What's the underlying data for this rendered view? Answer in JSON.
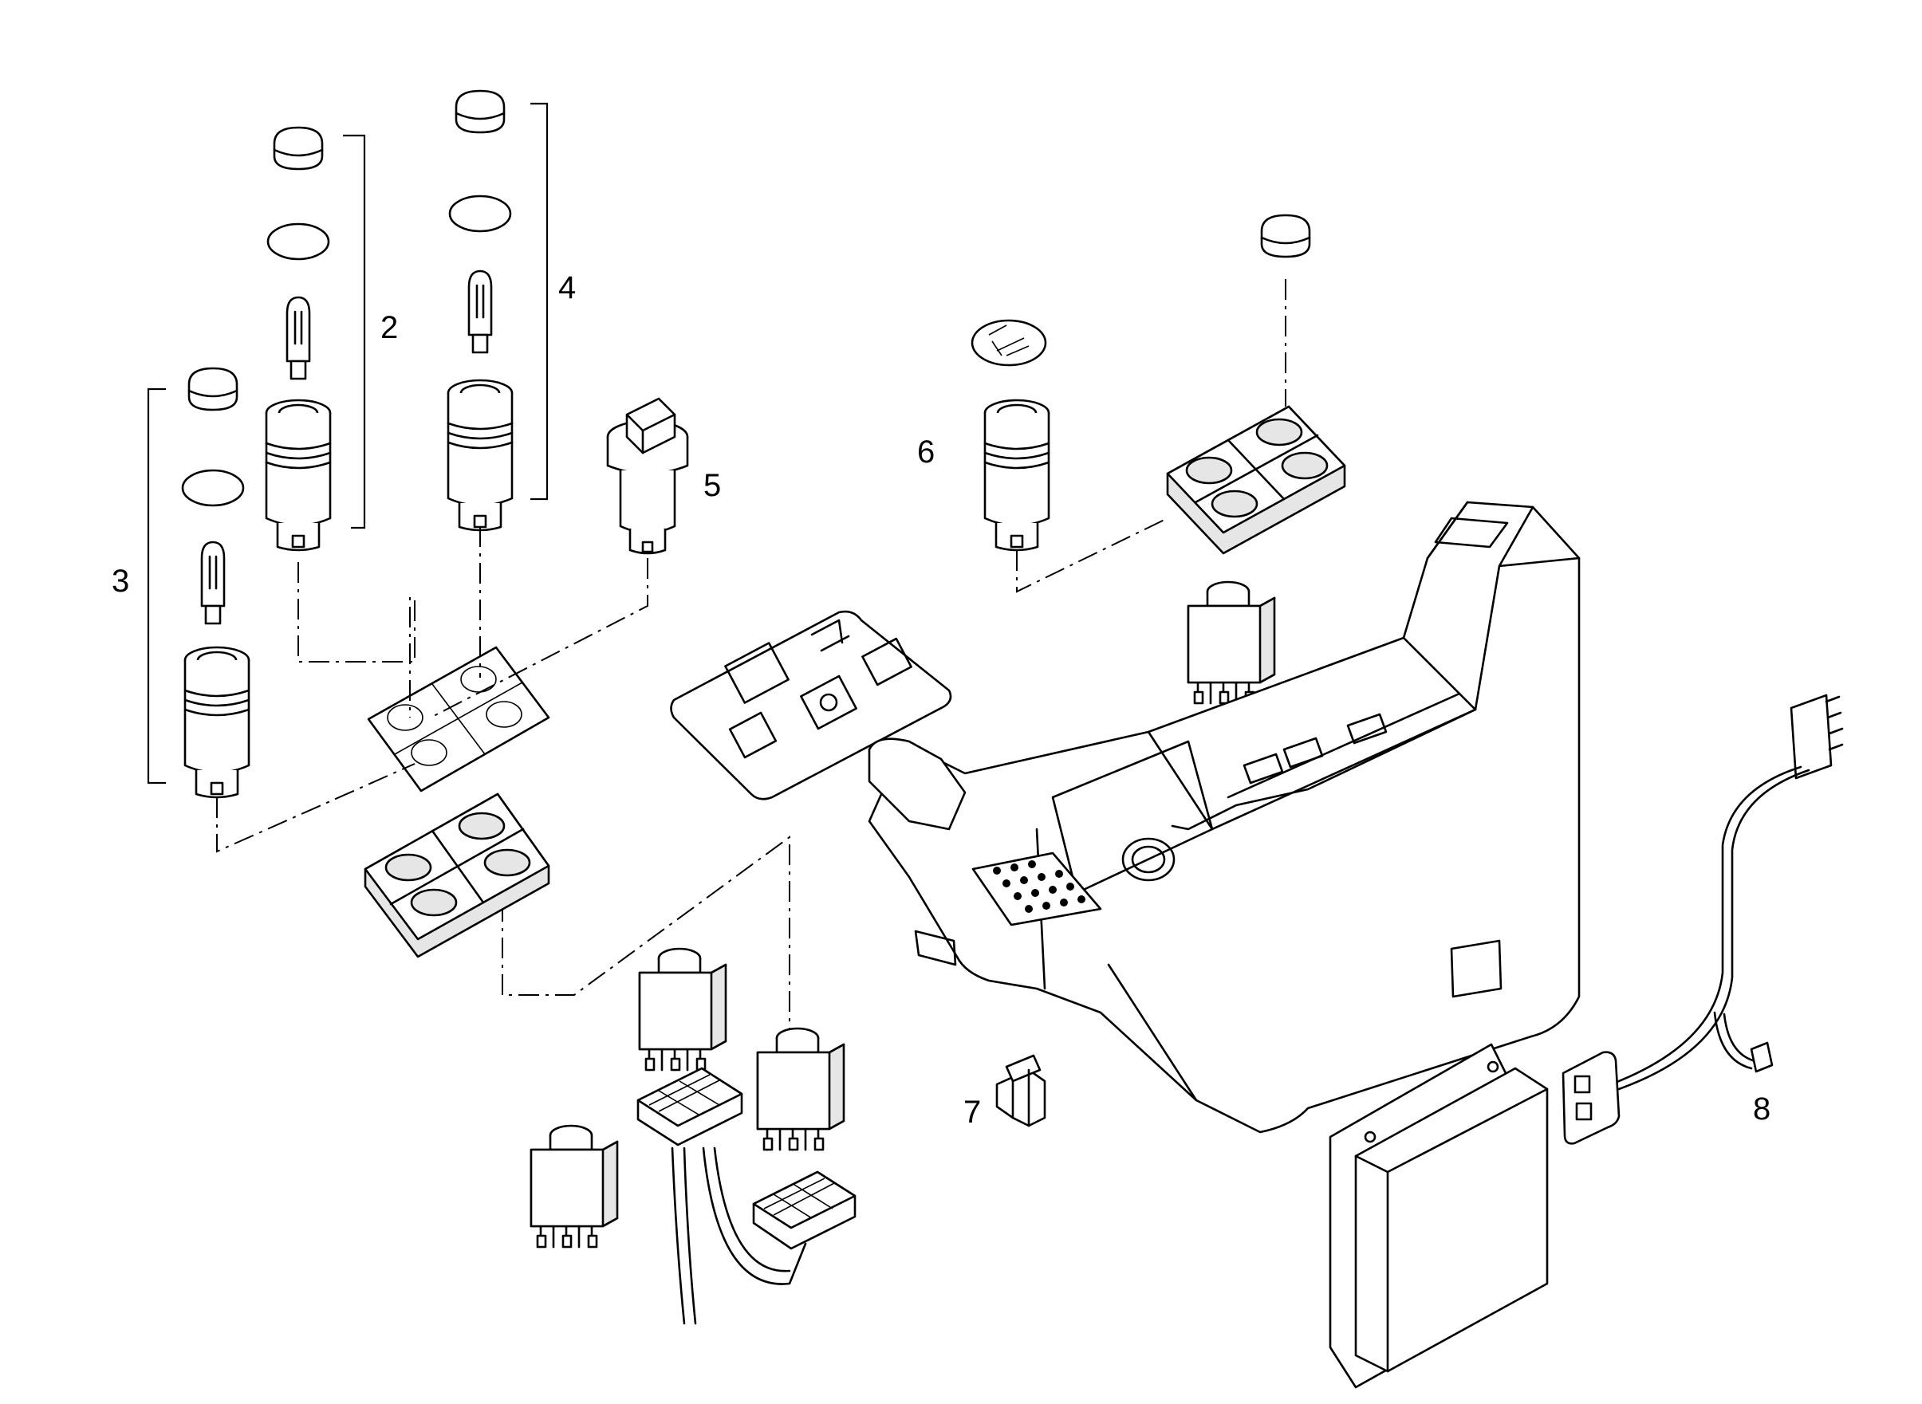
{
  "callouts": [
    {
      "id": "2",
      "label": "2"
    },
    {
      "id": "3",
      "label": "3"
    },
    {
      "id": "4",
      "label": "4"
    },
    {
      "id": "5",
      "label": "5"
    },
    {
      "id": "6",
      "label": "6"
    },
    {
      "id": "7",
      "label": "7"
    },
    {
      "id": "8",
      "label": "8"
    }
  ],
  "parts": {
    "cap_icon": "switch-cap",
    "ring_icon": "o-ring",
    "bulb_icon": "bulb",
    "switch_icon": "push-switch",
    "rotary_icon": "rotary-switch",
    "relay_icon": "relay",
    "panel_icon": "switch-panel",
    "console_icon": "center-console",
    "module_icon": "control-module",
    "harness_icon": "wiring-harness"
  }
}
